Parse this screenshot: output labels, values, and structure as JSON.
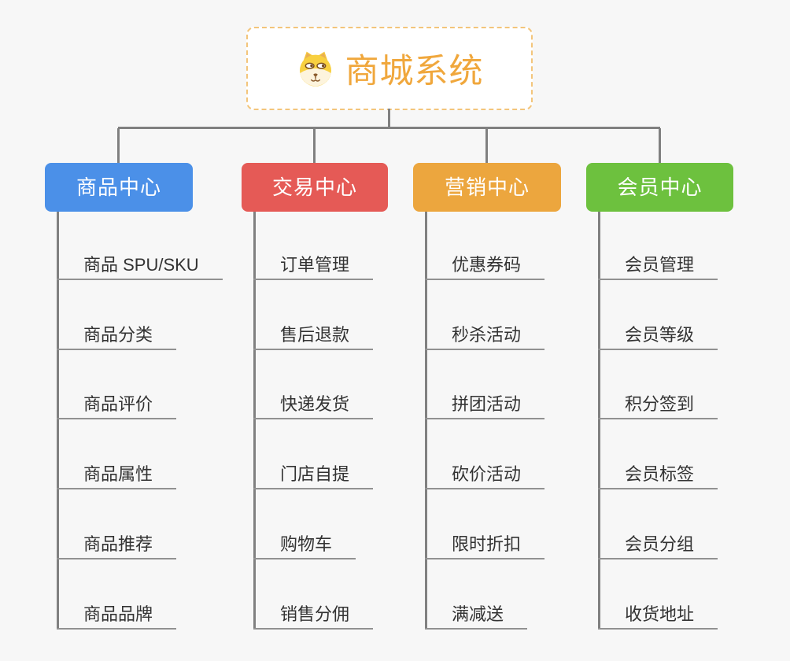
{
  "page": {
    "background_color": "#f7f7f7",
    "connector_color": "#808080",
    "underline_color": "#919191"
  },
  "root": {
    "title": "商城系统",
    "icon": "dog-face-icon",
    "text_color": "#f0a73c",
    "border_color": "#f3c57b",
    "background_color": "#ffffff"
  },
  "branches": [
    {
      "label": "商品中心",
      "color": "#4b90e8",
      "items": [
        "商品 SPU/SKU",
        "商品分类",
        "商品评价",
        "商品属性",
        "商品推荐",
        "商品品牌"
      ]
    },
    {
      "label": "交易中心",
      "color": "#e55a56",
      "items": [
        "订单管理",
        "售后退款",
        "快递发货",
        "门店自提",
        "购物车",
        "销售分佣"
      ]
    },
    {
      "label": "营销中心",
      "color": "#eca63e",
      "items": [
        "优惠券码",
        "秒杀活动",
        "拼团活动",
        "砍价活动",
        "限时折扣",
        "满减送"
      ]
    },
    {
      "label": "会员中心",
      "color": "#6dc13e",
      "items": [
        "会员管理",
        "会员等级",
        "积分签到",
        "会员标签",
        "会员分组",
        "收货地址"
      ]
    }
  ]
}
